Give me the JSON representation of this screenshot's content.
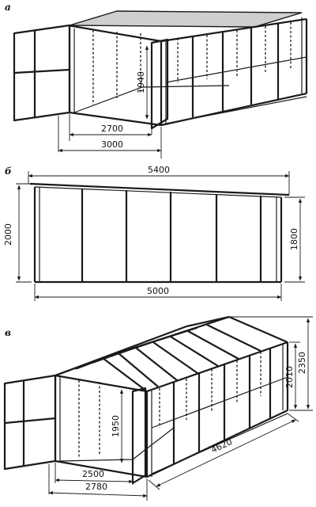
{
  "panel_a": {
    "label": "а",
    "dim_height": "1940",
    "dim_inner_width": "2700",
    "dim_outer_width": "3000"
  },
  "panel_b": {
    "label": "б",
    "dim_roof_length": "5400",
    "dim_left_height": "2000",
    "dim_right_height": "1800",
    "dim_base_length": "5000"
  },
  "panel_c": {
    "label": "в",
    "dim_door_height": "1950",
    "dim_inner_width": "2500",
    "dim_outer_width": "2780",
    "dim_length": "4620",
    "dim_side_height": "2010",
    "dim_ridge_height": "2350"
  },
  "colors": {
    "stroke": "#1a1a1a",
    "roof_fill": "#cfcfcf",
    "background": "#ffffff"
  }
}
